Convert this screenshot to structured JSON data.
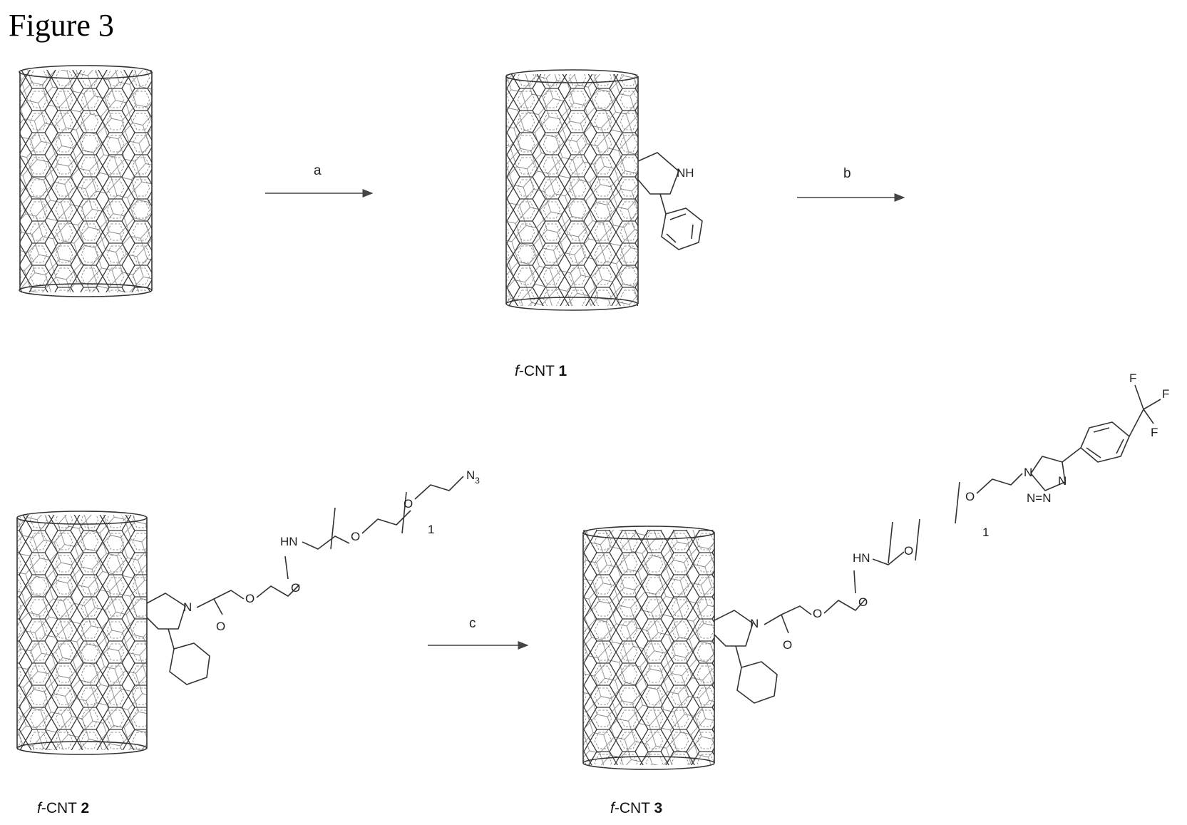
{
  "figure_title": "Figure 3",
  "steps": [
    {
      "label": "a"
    },
    {
      "label": "b"
    },
    {
      "label": "c"
    }
  ],
  "compounds": [
    {
      "prefix": "f",
      "name": "-CNT ",
      "number": "1"
    },
    {
      "prefix": "f",
      "name": "-CNT ",
      "number": "2"
    },
    {
      "prefix": "f",
      "name": "-CNT ",
      "number": "3"
    }
  ],
  "atoms": {
    "nh": "NH",
    "n": "N",
    "o": "O",
    "hn": "HN",
    "n3_main": "N",
    "n3_sub": "3",
    "repeat_n": "1",
    "f": "F",
    "triazole_n": "N",
    "triazole_nn": "N=N"
  }
}
